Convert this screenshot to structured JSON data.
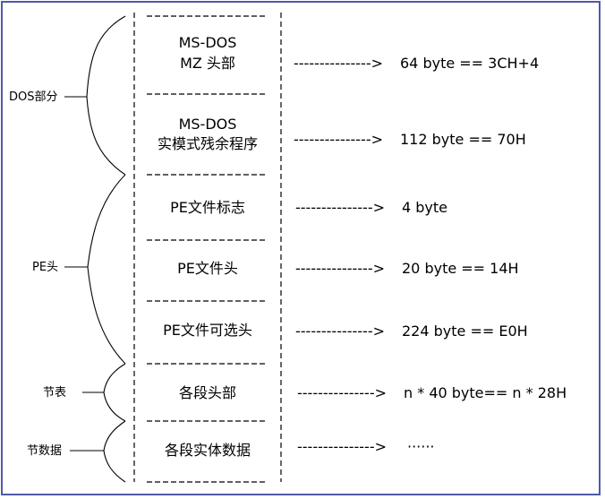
{
  "colors": {
    "frame": "#4f5aa6",
    "ink": "#000000"
  },
  "side_labels": {
    "dos": "DOS部分",
    "pe": "PE头",
    "section_table": "节表",
    "section_data": "节数据"
  },
  "sections": [
    {
      "line1": "MS-DOS",
      "line2": "MZ  头部",
      "arrow": "--------------->",
      "desc": "64 byte == 3CH+4"
    },
    {
      "line1": "MS-DOS",
      "line2": "实模式残余程序",
      "arrow": "--------------->",
      "desc": "112 byte ==  70H"
    },
    {
      "line1": "PE文件标志",
      "arrow": "--------------->",
      "desc": "4 byte"
    },
    {
      "line1": "PE文件头",
      "arrow": "--------------->",
      "desc": "20 byte   == 14H"
    },
    {
      "line1": "PE文件可选头",
      "arrow": "--------------->",
      "desc": "224 byte   ==  E0H"
    },
    {
      "line1": "各段头部",
      "arrow": "--------------->",
      "desc": "n * 40 byte== n * 28H"
    },
    {
      "line1": "各段实体数据",
      "arrow": "--------------->",
      "desc": "······"
    }
  ]
}
